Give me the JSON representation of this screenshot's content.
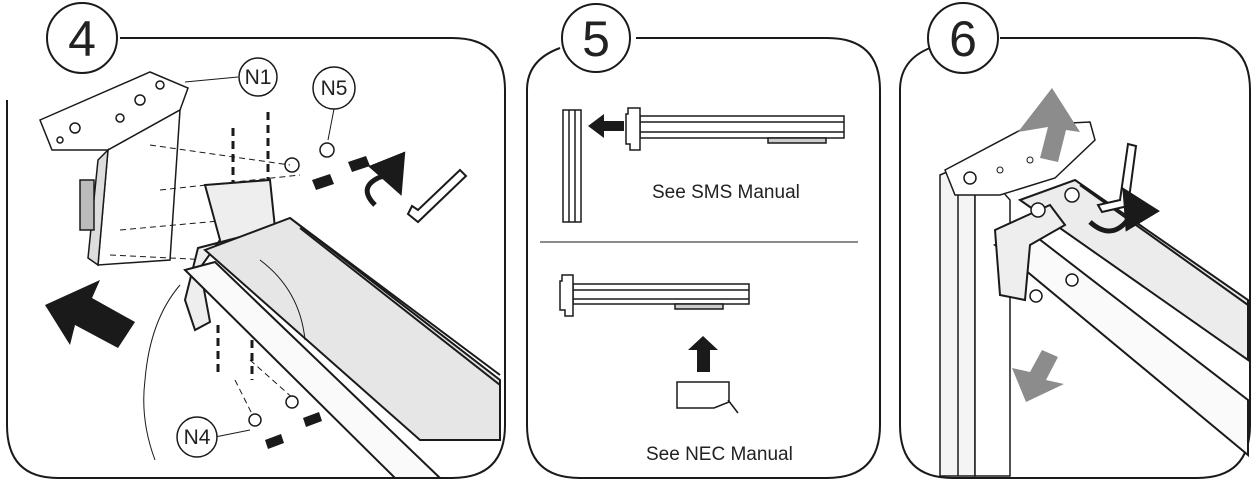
{
  "panels": [
    {
      "step": "4",
      "parts": {
        "n1": "N1",
        "n5": "N5",
        "n4": "N4"
      }
    },
    {
      "step": "5",
      "captions": {
        "sms": "See SMS Manual",
        "nec": "See NEC Manual"
      }
    },
    {
      "step": "6"
    }
  ],
  "colors": {
    "line": "#1a1a1a",
    "arrow_dark": "#1a1a1a",
    "arrow_gray": "#8c8c8c",
    "bg": "#ffffff"
  }
}
